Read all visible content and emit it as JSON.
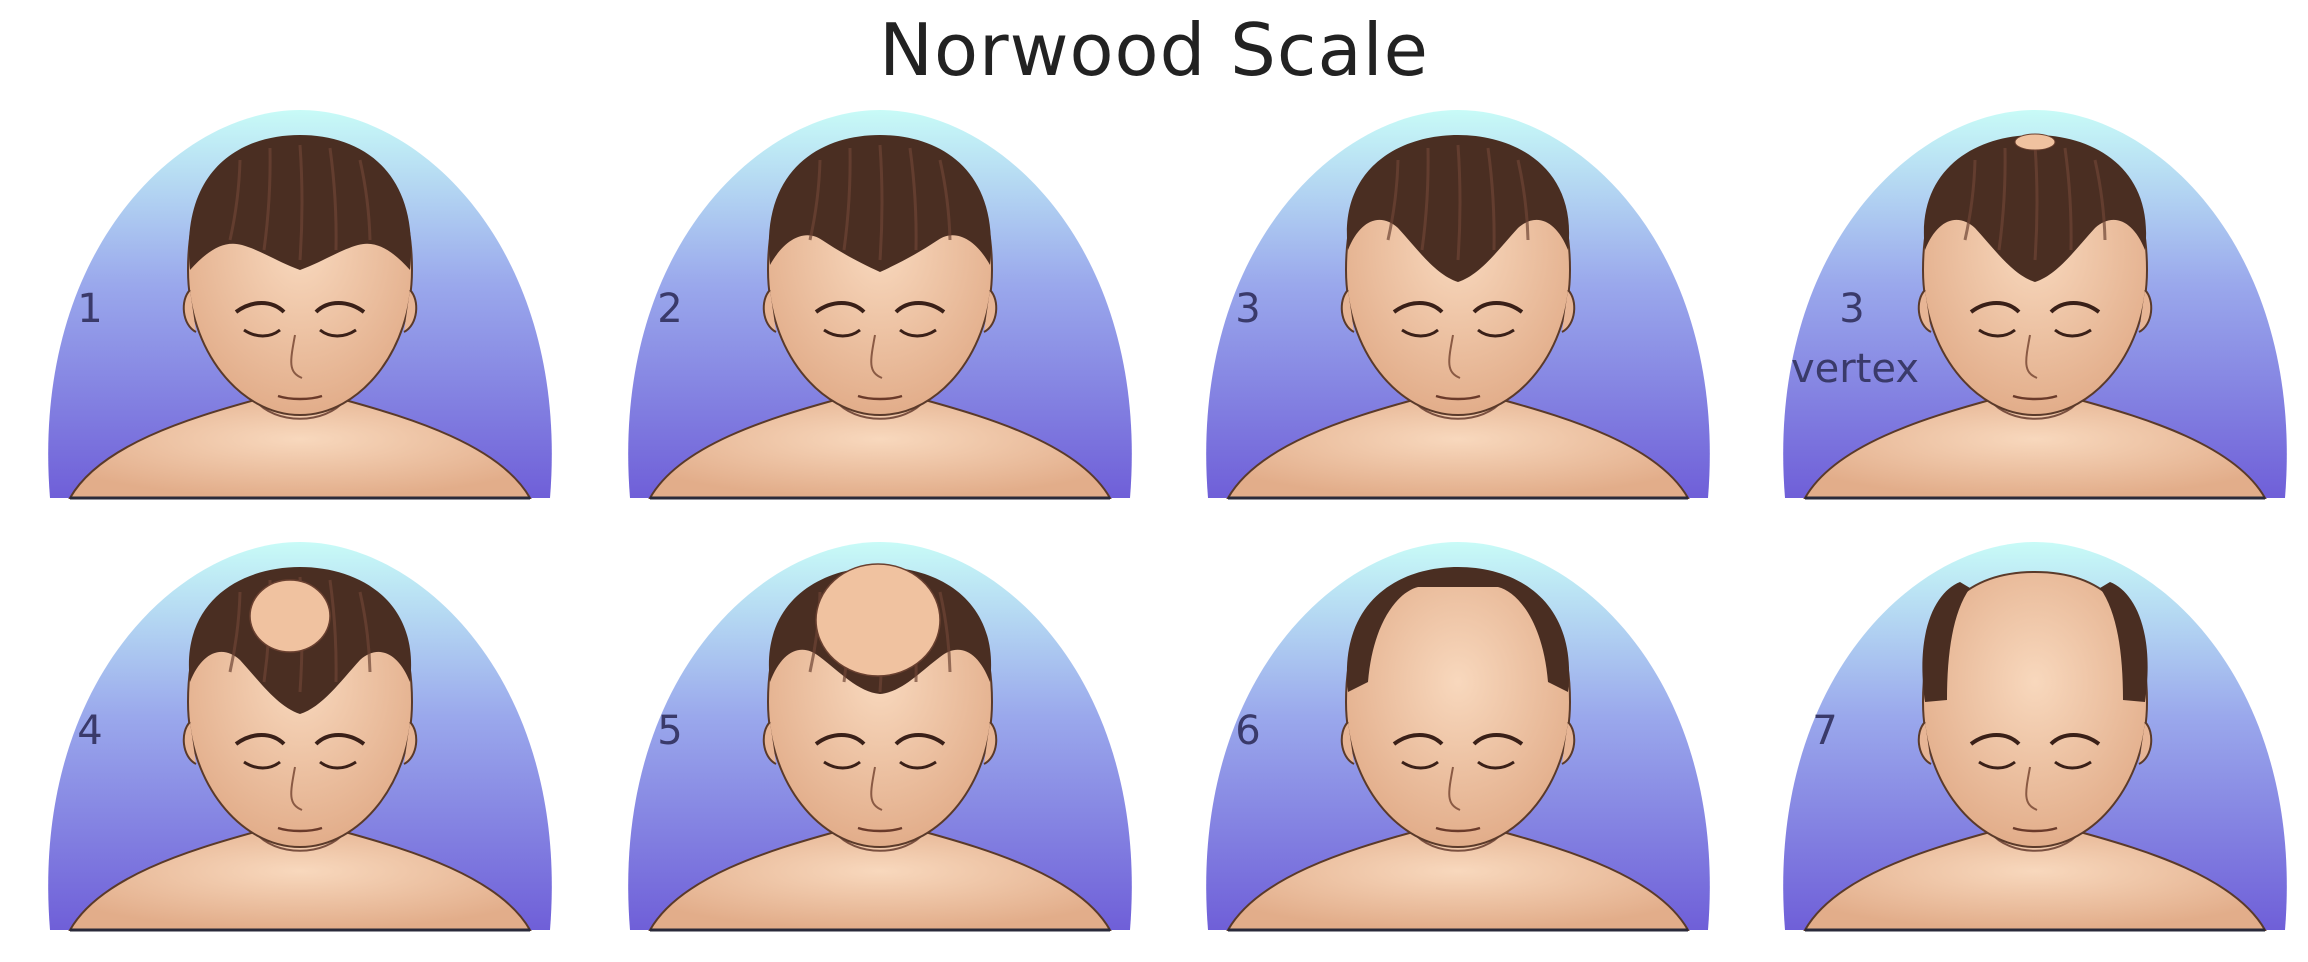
{
  "title": "Norwood Scale",
  "stages": [
    {
      "label": "1",
      "sublabel": "",
      "pattern": "full-hair"
    },
    {
      "label": "2",
      "sublabel": "",
      "pattern": "slight-temple-recession"
    },
    {
      "label": "3",
      "sublabel": "",
      "pattern": "deep-temple-recession"
    },
    {
      "label": "3",
      "sublabel": "vertex",
      "pattern": "deep-temple-recession-crown-spot"
    },
    {
      "label": "4",
      "sublabel": "",
      "pattern": "recession-with-crown-patch"
    },
    {
      "label": "5",
      "sublabel": "",
      "pattern": "recession-with-large-crown-patch"
    },
    {
      "label": "6",
      "sublabel": "",
      "pattern": "bridge-lost-merged-bald"
    },
    {
      "label": "7",
      "sublabel": "",
      "pattern": "horseshoe-fringe-only"
    }
  ],
  "colors": {
    "sky_top": "#c8fbf7",
    "sky_bottom": "#6f5fd8",
    "hair": "#4a2e22",
    "skin": "#f1c6a6",
    "label": "#3a3a6a"
  }
}
